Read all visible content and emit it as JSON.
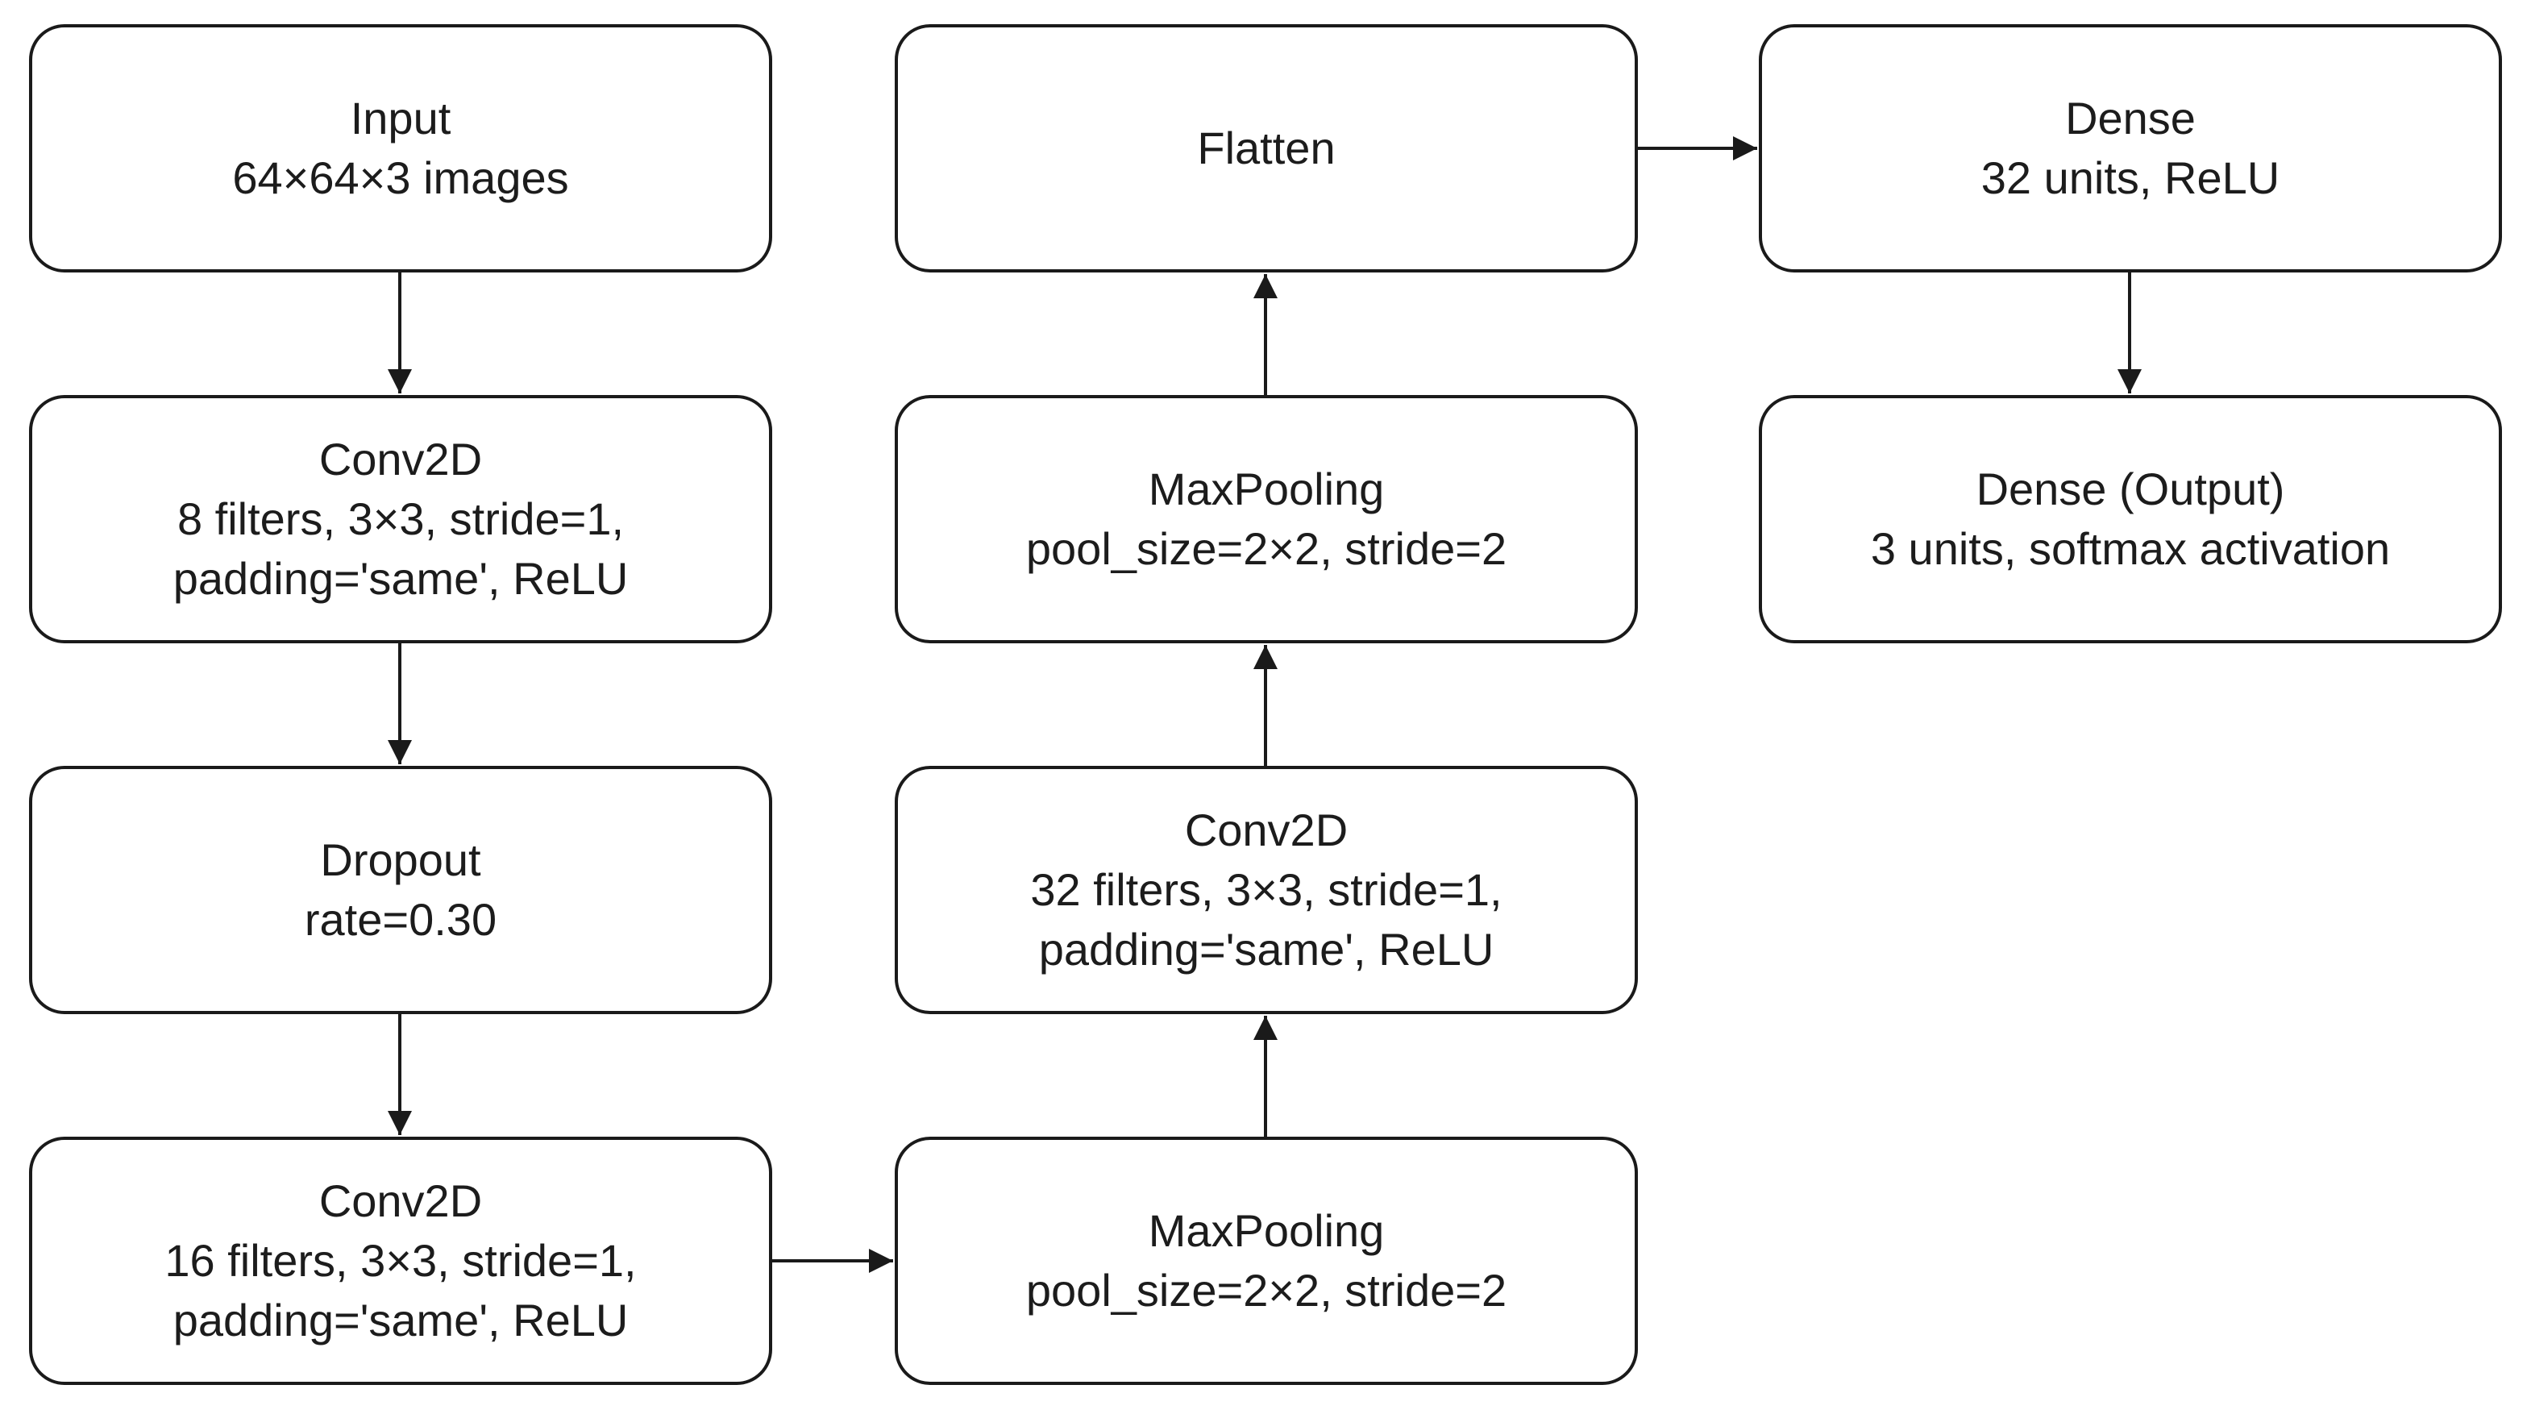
{
  "nodes": {
    "input": {
      "title": "Input",
      "lines": [
        "64×64×3 images"
      ]
    },
    "conv1": {
      "title": "Conv2D",
      "lines": [
        "8 filters, 3×3, stride=1,",
        "padding='same', ReLU"
      ]
    },
    "dropout": {
      "title": "Dropout",
      "lines": [
        "rate=0.30"
      ]
    },
    "conv2": {
      "title": "Conv2D",
      "lines": [
        "16 filters, 3×3, stride=1,",
        "padding='same', ReLU"
      ]
    },
    "maxpool1": {
      "title": "MaxPooling",
      "lines": [
        "pool_size=2×2, stride=2"
      ]
    },
    "conv3": {
      "title": "Conv2D",
      "lines": [
        "32 filters, 3×3, stride=1,",
        "padding='same', ReLU"
      ]
    },
    "maxpool2": {
      "title": "MaxPooling",
      "lines": [
        "pool_size=2×2, stride=2"
      ]
    },
    "flatten": {
      "title": "Flatten",
      "lines": []
    },
    "dense1": {
      "title": "Dense",
      "lines": [
        "32 units, ReLU"
      ]
    },
    "dense_out": {
      "title": "Dense (Output)",
      "lines": [
        "3 units, softmax activation"
      ]
    }
  },
  "edges": [
    {
      "from": "input",
      "to": "conv1"
    },
    {
      "from": "conv1",
      "to": "dropout"
    },
    {
      "from": "dropout",
      "to": "conv2"
    },
    {
      "from": "conv2",
      "to": "maxpool1"
    },
    {
      "from": "maxpool1",
      "to": "conv3"
    },
    {
      "from": "conv3",
      "to": "maxpool2"
    },
    {
      "from": "maxpool2",
      "to": "flatten"
    },
    {
      "from": "flatten",
      "to": "dense1"
    },
    {
      "from": "dense1",
      "to": "dense_out"
    }
  ],
  "colors": {
    "stroke": "#1a1a1a",
    "text": "#1c1c1c",
    "background": "#ffffff"
  }
}
